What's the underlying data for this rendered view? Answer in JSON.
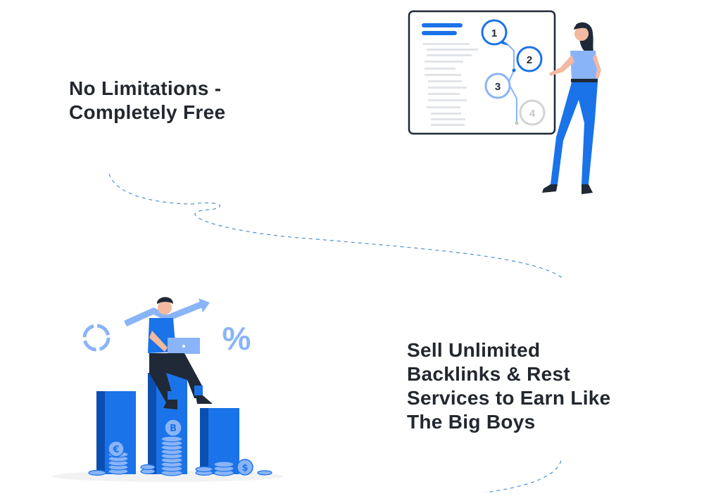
{
  "features": [
    {
      "title": "No Limitations -\nCompletely Free",
      "illustration": "woman-presenting-steps-board"
    },
    {
      "title": "Sell Unlimited\nBacklinks & Rest\nServices to Earn Like\nThe Big Boys",
      "illustration": "man-on-bar-chart-with-coins"
    }
  ],
  "steps": [
    "1",
    "2",
    "3",
    "4"
  ],
  "percent_symbol": "%",
  "coin_symbols": [
    "€",
    "B",
    "$"
  ],
  "colors": {
    "accent": "#1a73e8",
    "accent_light": "#8ab4f8",
    "dark_blue": "#0b4fb3",
    "heading": "#23272f",
    "dash": "#4a90d9"
  }
}
